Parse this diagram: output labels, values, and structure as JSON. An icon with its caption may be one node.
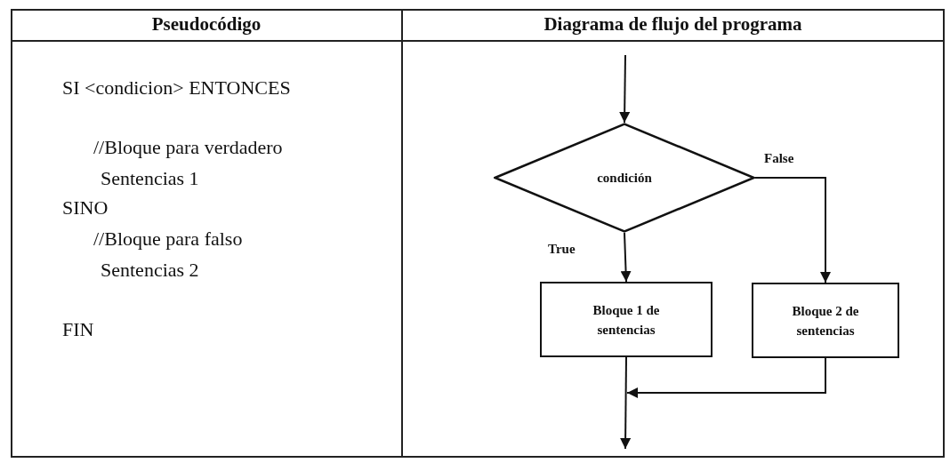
{
  "diagram": {
    "nodes": [
      {
        "text": [
          "condición"
        ]
      },
      {
        "text": [
          "Bloque 1 de sentencias"
        ]
      },
      {
        "text": [
          "Bloque 2 de sentencias"
        ]
      }
    ],
    "edges": [
      {
        "from": null,
        "to": 0,
        "arrow": "to"
      },
      {
        "from": 0,
        "to": 1,
        "arrow": "to",
        "label": "True"
      },
      {
        "from": 0,
        "to": 2,
        "arrow": "to",
        "label": "False"
      },
      {
        "from": 2,
        "to": null,
        "arrow": "to"
      },
      {
        "from": 1,
        "to": null,
        "arrow": "to"
      }
    ],
    "labels": [
      "Pseudocódigo",
      "Diagrama de flujo del programa",
      "SI <condicion> ENTONCES",
      "//Bloque para verdadero",
      "Sentencias 1",
      "SINO",
      "//Bloque para falso",
      "Sentencias 2",
      "FIN"
    ]
  }
}
